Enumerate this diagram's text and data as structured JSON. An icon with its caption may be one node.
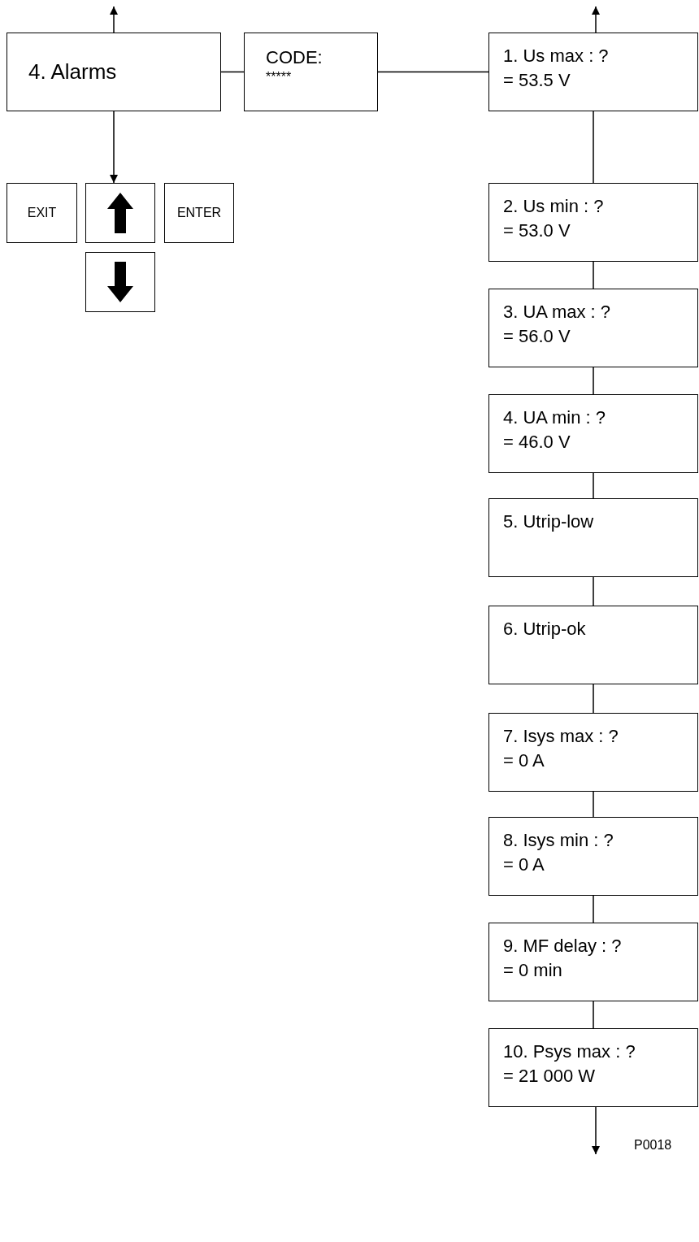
{
  "diagram": {
    "nodes": [
      {
        "text": [
          "4. Alarms"
        ]
      },
      {
        "text": [
          "CODE:",
          "*****"
        ]
      },
      {
        "text": [
          "1. Us max : ?",
          "= 53.5 V"
        ]
      },
      {
        "text": [
          "2. Us min : ?",
          "= 53.0 V"
        ]
      },
      {
        "text": [
          "3. UA max : ?",
          "= 56.0 V"
        ]
      },
      {
        "text": [
          "4. UA min : ?",
          "= 46.0 V"
        ]
      },
      {
        "text": [
          "5. Utrip-low"
        ]
      },
      {
        "text": [
          "6. Utrip-ok"
        ]
      },
      {
        "text": [
          "7. Isys max : ?",
          "= 0 A"
        ]
      },
      {
        "text": [
          "8. Isys min : ?",
          "= 0 A"
        ]
      },
      {
        "text": [
          "9. MF delay : ?",
          "= 0 min"
        ]
      },
      {
        "text": [
          "10. Psys max : ?",
          "= 21 000 W"
        ]
      },
      {
        "text": [
          "EXIT"
        ]
      },
      {
        "text": [],
        "shape": "box"
      },
      {
        "text": [
          "ENTER"
        ]
      },
      {
        "text": [],
        "shape": "box"
      }
    ],
    "edges": [
      {
        "from": 0,
        "to": null,
        "arrow": "to"
      },
      {
        "from": 0,
        "to": 13,
        "arrow": "to"
      },
      {
        "from": 2,
        "to": null,
        "arrow": "to"
      },
      {
        "from": 0,
        "to": 1,
        "arrow": "none"
      },
      {
        "from": 1,
        "to": 2,
        "arrow": "none"
      },
      {
        "from": 2,
        "to": 3,
        "arrow": "none"
      },
      {
        "from": 3,
        "to": 4,
        "arrow": "none"
      },
      {
        "from": 4,
        "to": 5,
        "arrow": "none"
      },
      {
        "from": 5,
        "to": 6,
        "arrow": "none"
      },
      {
        "from": 6,
        "to": 7,
        "arrow": "none"
      },
      {
        "from": 7,
        "to": 8,
        "arrow": "none"
      },
      {
        "from": 8,
        "to": 9,
        "arrow": "none"
      },
      {
        "from": 9,
        "to": 10,
        "arrow": "none"
      },
      {
        "from": 10,
        "to": 11,
        "arrow": "none"
      },
      {
        "from": 11,
        "to": null,
        "arrow": "to"
      }
    ],
    "labels": [
      "P0018"
    ]
  }
}
